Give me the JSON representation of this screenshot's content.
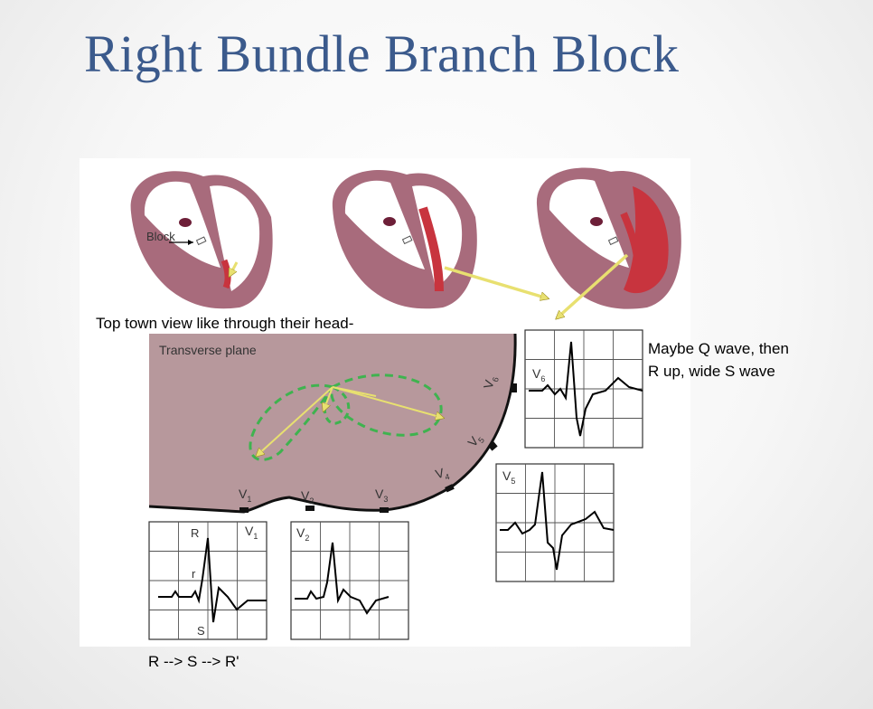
{
  "slide": {
    "title": "Right Bundle Branch Block"
  },
  "captions": {
    "top": "Top town view like through their head-",
    "right_line1": "Maybe Q wave, then",
    "right_line2": "R up, wide S wave",
    "bottom": "R --> S --> R'"
  },
  "diagram": {
    "block_label": "Block",
    "plane_label": "Transverse plane",
    "leads": [
      "V1",
      "V2",
      "V3",
      "V4",
      "V5",
      "V6"
    ],
    "ecg_v1_labels": {
      "R": "R",
      "r": "r",
      "S": "S"
    }
  },
  "colors": {
    "title": "#3b5a8c",
    "plane_fill": "#b7989c",
    "myocardium": "#9c5a6f",
    "depolarized": "#c8343e",
    "vector_arrow": "#e8e070",
    "vector_loop": "#3fb34f"
  }
}
